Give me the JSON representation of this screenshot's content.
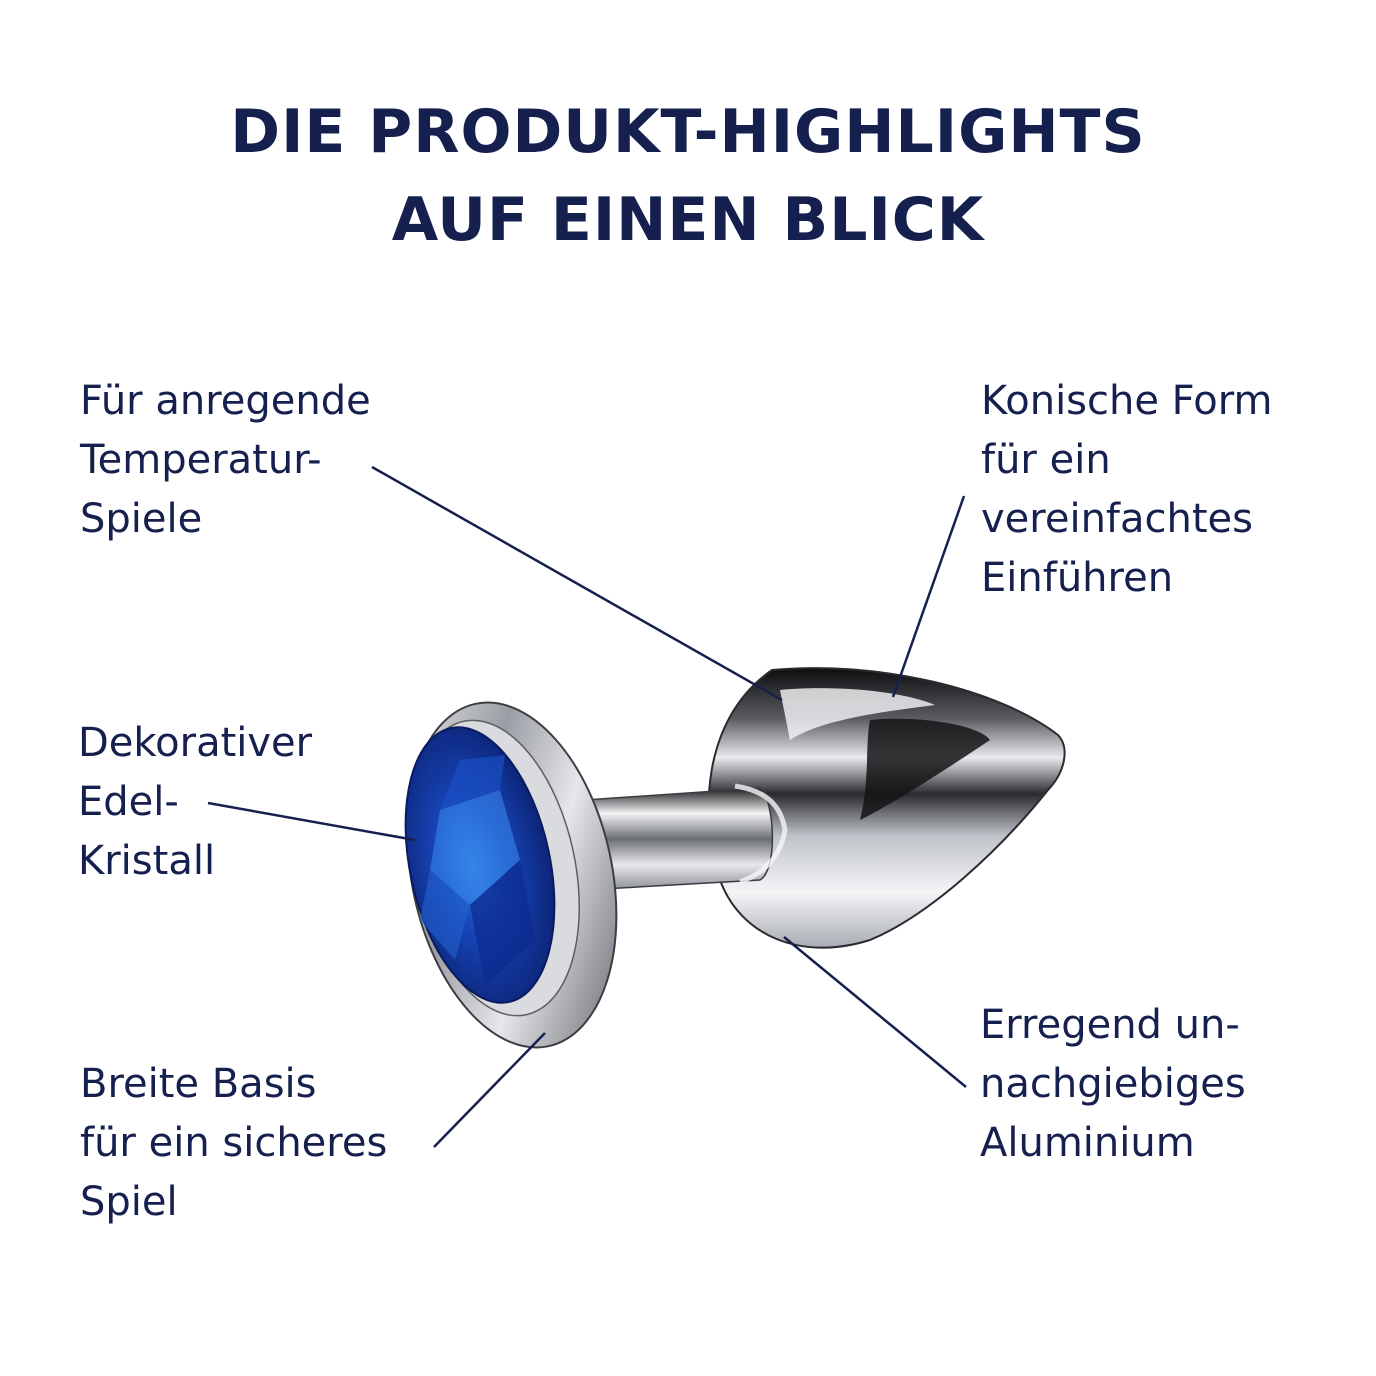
{
  "heading": {
    "line1": "DIE PRODUKT-HIGHLIGHTS",
    "line2": "AUF EINEN BLICK"
  },
  "features": {
    "temperature": {
      "line1": "Für anregende",
      "line2": "Temperatur-",
      "line3": "Spiele"
    },
    "conical": {
      "line1": "Konische Form",
      "line2": "für ein",
      "line3": "vereinfachtes",
      "line4": "Einführen"
    },
    "crystal": {
      "line1": "Dekorativer",
      "line2": "Edel-",
      "line3": "Kristall"
    },
    "aluminium": {
      "line1": "Erregend un-",
      "line2": "nachgiebiges",
      "line3": "Aluminium"
    },
    "base": {
      "line1": "Breite Basis",
      "line2": "für ein sicheres",
      "line3": "Spiel"
    }
  },
  "colors": {
    "text": "#16204f",
    "background": "#ffffff",
    "gem": "#1f3fae",
    "metal": "#c9ccd2"
  }
}
